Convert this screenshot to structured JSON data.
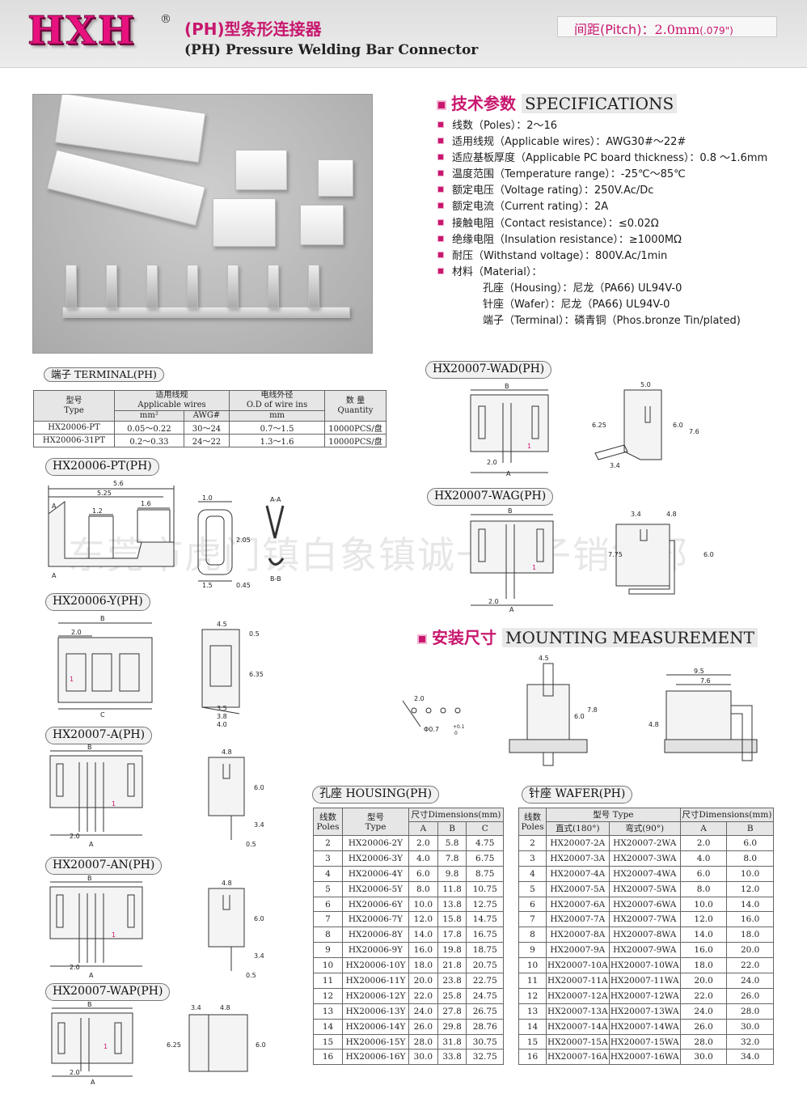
{
  "header": {
    "logo": "HXH",
    "registered": "®",
    "title_cn": "(PH)型条形连接器",
    "title_en": "(PH) Pressure Welding Bar Connector",
    "pitch_label": "间距(Pitch)：",
    "pitch_value": "2.0mm",
    "pitch_inch": "(.079\")"
  },
  "specs": {
    "heading_cn": "技术参数",
    "heading_en": "SPECIFICATIONS",
    "rows": [
      "线数（Poles）：2～16",
      "适用线规（Applicable wires）：AWG30#～22#",
      "适应基板厚度（Applicable PC board thickness）：0.8 ～1.6mm",
      "温度范围（Temperature range）：-25℃～85℃",
      "额定电压（Voltage rating）：250V.Ac/Dc",
      "额定电流（Current rating）：2A",
      "接触电阻（Contact resistance）：≤0.02Ω",
      "绝缘电阻（Insulation resistance）：≥1000MΩ",
      "耐压（Withstand voltage）：800V.Ac/1min",
      "材料（Material）："
    ],
    "material": [
      "孔座（Housing）：尼龙（PA66) UL94V-0",
      "针座（Wafer）：尼龙（PA66) UL94V-0",
      "端子（Terminal）：磷青铜（Phos.bronze Tin/plated)"
    ]
  },
  "labels": {
    "terminal": "端子 TERMINAL(PH)",
    "pt": "HX20006-PT(PH)",
    "y": "HX20006-Y(PH)",
    "a": "HX20007-A(PH)",
    "an": "HX20007-AN(PH)",
    "wap": "HX20007-WAP(PH)",
    "wad": "HX20007-WAD(PH)",
    "wag": "HX20007-WAG(PH)",
    "housing": "孔座 HOUSING(PH)",
    "wafer": "针座 WAFER(PH)"
  },
  "mounting": {
    "heading_cn": "安装尺寸",
    "heading_en": "MOUNTING MEASUREMENT"
  },
  "watermark": "东莞市虎门镇白象镇诚一电子销售部",
  "terminal_table": {
    "h_type_cn": "型号",
    "h_type_en": "Type",
    "h_wire_cn": "适用线规",
    "h_wire_en": "Applicable wires",
    "h_od_cn": "电线外径",
    "h_od_en": "O.D of wire ins",
    "h_qty_cn": "数 量",
    "h_qty_en": "Quantity",
    "h_mm2": "mm²",
    "h_awg": "AWG#",
    "h_mm": "mm",
    "rows": [
      [
        "HX20006-PT",
        "0.05～0.22",
        "30～24",
        "0.7～1.5",
        "10000PCS/盘"
      ],
      [
        "HX20006-31PT",
        "0.2～0.33",
        "24～22",
        "1.3～1.6",
        "10000PCS/盘"
      ]
    ]
  },
  "housing_table": {
    "h_poles_cn": "线数",
    "h_poles_en": "Poles",
    "h_type_cn": "型号",
    "h_type_en": "Type",
    "h_dim": "尺寸Dimensions(mm)",
    "h_a": "A",
    "h_b": "B",
    "h_c": "C",
    "rows": [
      [
        "2",
        "HX20006-2Y",
        "2.0",
        "5.8",
        "4.75"
      ],
      [
        "3",
        "HX20006-3Y",
        "4.0",
        "7.8",
        "6.75"
      ],
      [
        "4",
        "HX20006-4Y",
        "6.0",
        "9.8",
        "8.75"
      ],
      [
        "5",
        "HX20006-5Y",
        "8.0",
        "11.8",
        "10.75"
      ],
      [
        "6",
        "HX20006-6Y",
        "10.0",
        "13.8",
        "12.75"
      ],
      [
        "7",
        "HX20006-7Y",
        "12.0",
        "15.8",
        "14.75"
      ],
      [
        "8",
        "HX20006-8Y",
        "14.0",
        "17.8",
        "16.75"
      ],
      [
        "9",
        "HX20006-9Y",
        "16.0",
        "19.8",
        "18.75"
      ],
      [
        "10",
        "HX20006-10Y",
        "18.0",
        "21.8",
        "20.75"
      ],
      [
        "11",
        "HX20006-11Y",
        "20.0",
        "23.8",
        "22.75"
      ],
      [
        "12",
        "HX20006-12Y",
        "22.0",
        "25.8",
        "24.75"
      ],
      [
        "13",
        "HX20006-13Y",
        "24.0",
        "27.8",
        "26.75"
      ],
      [
        "14",
        "HX20006-14Y",
        "26.0",
        "29.8",
        "28.76"
      ],
      [
        "15",
        "HX20006-15Y",
        "28.0",
        "31.8",
        "30.75"
      ],
      [
        "16",
        "HX20006-16Y",
        "30.0",
        "33.8",
        "32.75"
      ]
    ]
  },
  "wafer_table": {
    "h_poles_cn": "线数",
    "h_poles_en": "Poles",
    "h_type": "型号 Type",
    "h_straight": "直式(180°)",
    "h_angle": "弯式(90°)",
    "h_dim": "尺寸Dimensions(mm)",
    "h_a": "A",
    "h_b": "B",
    "rows": [
      [
        "2",
        "HX20007-2A",
        "HX20007-2WA",
        "2.0",
        "6.0"
      ],
      [
        "3",
        "HX20007-3A",
        "HX20007-3WA",
        "4.0",
        "8.0"
      ],
      [
        "4",
        "HX20007-4A",
        "HX20007-4WA",
        "6.0",
        "10.0"
      ],
      [
        "5",
        "HX20007-5A",
        "HX20007-5WA",
        "8.0",
        "12.0"
      ],
      [
        "6",
        "HX20007-6A",
        "HX20007-6WA",
        "10.0",
        "14.0"
      ],
      [
        "7",
        "HX20007-7A",
        "HX20007-7WA",
        "12.0",
        "16.0"
      ],
      [
        "8",
        "HX20007-8A",
        "HX20007-8WA",
        "14.0",
        "18.0"
      ],
      [
        "9",
        "HX20007-9A",
        "HX20007-9WA",
        "16.0",
        "20.0"
      ],
      [
        "10",
        "HX20007-10A",
        "HX20007-10WA",
        "18.0",
        "22.0"
      ],
      [
        "11",
        "HX20007-11A",
        "HX20007-11WA",
        "20.0",
        "24.0"
      ],
      [
        "12",
        "HX20007-12A",
        "HX20007-12WA",
        "22.0",
        "26.0"
      ],
      [
        "13",
        "HX20007-13A",
        "HX20007-13WA",
        "24.0",
        "28.0"
      ],
      [
        "14",
        "HX20007-14A",
        "HX20007-14WA",
        "26.0",
        "30.0"
      ],
      [
        "15",
        "HX20007-15A",
        "HX20007-15WA",
        "28.0",
        "32.0"
      ],
      [
        "16",
        "HX20007-16A",
        "HX20007-16WA",
        "30.0",
        "34.0"
      ]
    ]
  },
  "dims": {
    "pt": [
      "5.6",
      "5.25",
      "1.2",
      "1.6",
      "A",
      "A",
      "1.0",
      "2.05",
      "1.5",
      "0.45",
      "A-A",
      "B-B"
    ],
    "y": [
      "B",
      "2.0",
      "C",
      "1",
      "4.5",
      "0.5",
      "6.35",
      "3.5",
      "3.8",
      "4.0"
    ],
    "a": [
      "B",
      "1",
      "A",
      "2.0",
      "4.8",
      "6.0",
      "3.4",
      "0.5"
    ],
    "an": [
      "B",
      "1",
      "A",
      "2.0",
      "4.8",
      "6.0",
      "3.4",
      "0.5"
    ],
    "wap": [
      "B",
      "A",
      "2.0",
      "1",
      "6.25",
      "3.4",
      "4.8",
      "6.0"
    ],
    "wad": [
      "B",
      "1",
      "2.0",
      "A",
      "5.0",
      "6.25",
      "6.0",
      "7.6",
      "3.4"
    ],
    "wag": [
      "B",
      "1",
      "2.0",
      "A",
      "3.4",
      "4.8",
      "7.75",
      "6.0"
    ],
    "mount": [
      "2.0",
      "Φ0.7",
      "+0.1",
      "0",
      "4.5",
      "6.0",
      "7.8",
      "9.5",
      "7.6",
      "4.8"
    ]
  }
}
